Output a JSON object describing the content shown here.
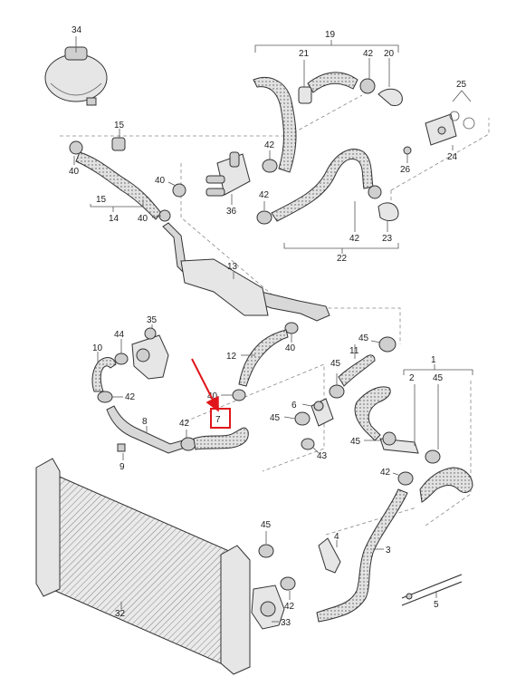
{
  "diagram": {
    "callouts": {
      "p34": "34",
      "p19": "19",
      "p21": "21",
      "p42a": "42",
      "p20": "20",
      "p25": "25",
      "p15a": "15",
      "p40a": "40",
      "p42b": "42",
      "p24": "24",
      "p26": "26",
      "p40b": "40",
      "p15b": "15",
      "p14": "14",
      "p40c": "40",
      "p36": "36",
      "p42c": "42",
      "p42d": "42",
      "p23": "23",
      "p22": "22",
      "p13": "13",
      "p35": "35",
      "p44": "44",
      "p10": "10",
      "p42e": "42",
      "p40d": "40",
      "p12": "12",
      "p45a": "45",
      "p11": "11",
      "p1": "1",
      "p40e": "40",
      "p45b": "45",
      "p2": "2",
      "p45c": "45",
      "p6": "6",
      "p8": "8",
      "p42f": "42",
      "p7": "7",
      "p45d": "45",
      "p43": "43",
      "p45e": "45",
      "p9": "9",
      "p42g": "42",
      "p45f": "45",
      "p4": "4",
      "p3": "3",
      "p42h": "42",
      "p32": "32",
      "p33": "33",
      "p5": "5"
    },
    "highlight_color": "#e0161b"
  }
}
